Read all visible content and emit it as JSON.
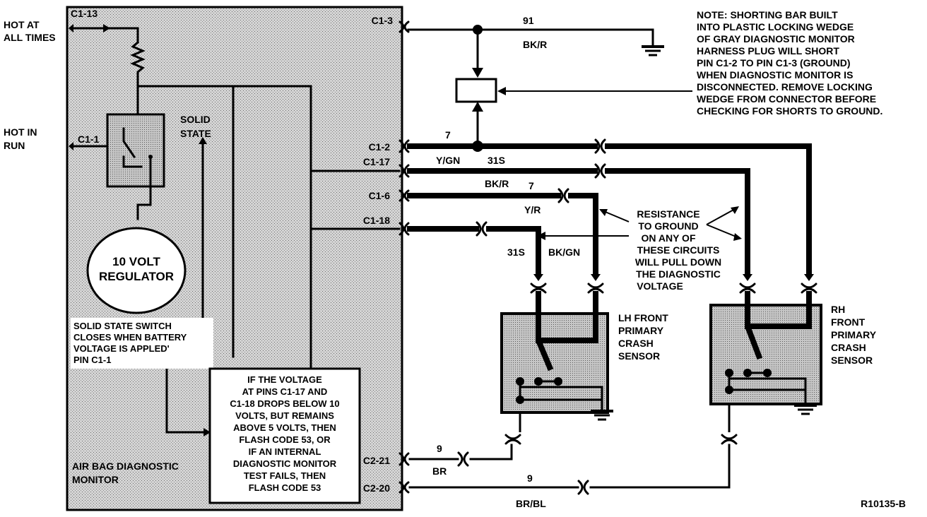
{
  "module": {
    "title_line1": "AIR BAG DIAGNOSTIC",
    "title_line2": "MONITOR"
  },
  "power": {
    "hot_all_times_1": "HOT AT",
    "hot_all_times_2": "ALL TIMES",
    "hot_in_run_1": "HOT IN",
    "hot_in_run_2": "RUN"
  },
  "solid_state": {
    "line1": "SOLID",
    "line2": "STATE"
  },
  "regulator": {
    "line1": "10 VOLT",
    "line2": "REGULATOR"
  },
  "switch_note": [
    "SOLID STATE SWITCH",
    "CLOSES WHEN BATTERY",
    "VOLTAGE IS APPLED'",
    "PIN C1-1"
  ],
  "voltage_note": [
    "IF THE VOLTAGE",
    "AT PINS C1-17 AND",
    "C1-18 DROPS BELOW 10",
    "VOLTS, BUT REMAINS",
    "ABOVE 5 VOLTS, THEN",
    "FLASH CODE 53, OR",
    "IF AN INTERNAL",
    "DIAGNOSTIC MONITOR",
    "TEST FAILS, THEN",
    "FLASH CODE 53"
  ],
  "pins": {
    "c1_13": "C1-13",
    "c1_1": "C1-1",
    "c1_3": "C1-3",
    "c1_2": "C1-2",
    "c1_17": "C1-17",
    "c1_6": "C1-6",
    "c1_18": "C1-18",
    "c2_21": "C2-21",
    "c2_20": "C2-20"
  },
  "wires": {
    "w91": "91",
    "bk_r_top": "BK/R",
    "w7_top": "7",
    "y_gn": "Y/GN",
    "w31s_top": "31S",
    "bk_r_mid": "BK/R",
    "w7_mid": "7",
    "y_r": "Y/R",
    "w31s_lh": "31S",
    "bk_gn": "BK/GN",
    "w9_lh": "9",
    "br": "BR",
    "w9_rh": "9",
    "br_bl": "BR/BL"
  },
  "shorting_note": [
    "NOTE: SHORTING BAR BUILT",
    "INTO PLASTIC LOCKING WEDGE",
    "OF GRAY DIAGNOSTIC MONITOR",
    "HARNESS PLUG WILL SHORT",
    "PIN C1-2 TO PIN C1-3 (GROUND)",
    "WHEN DIAGNOSTIC MONITOR IS",
    "DISCONNECTED. REMOVE LOCKING",
    "WEDGE FROM CONNECTOR BEFORE",
    "CHECKING FOR SHORTS TO GROUND."
  ],
  "resistance_note": [
    "RESISTANCE",
    "TO GROUND",
    "ON ANY OF",
    "THESE CIRCUITS",
    "WILL PULL DOWN",
    "THE DIAGNOSTIC",
    "VOLTAGE"
  ],
  "lh_sensor": [
    "LH FRONT",
    "PRIMARY",
    "CRASH",
    "SENSOR"
  ],
  "rh_sensor": [
    "RH",
    "FRONT",
    "PRIMARY",
    "CRASH",
    "SENSOR"
  ],
  "figure_id": "R10135-B",
  "colors": {
    "module_fill": "#c9c9c9",
    "sensor_fill": "#bdbdbd",
    "ink": "#000000"
  }
}
